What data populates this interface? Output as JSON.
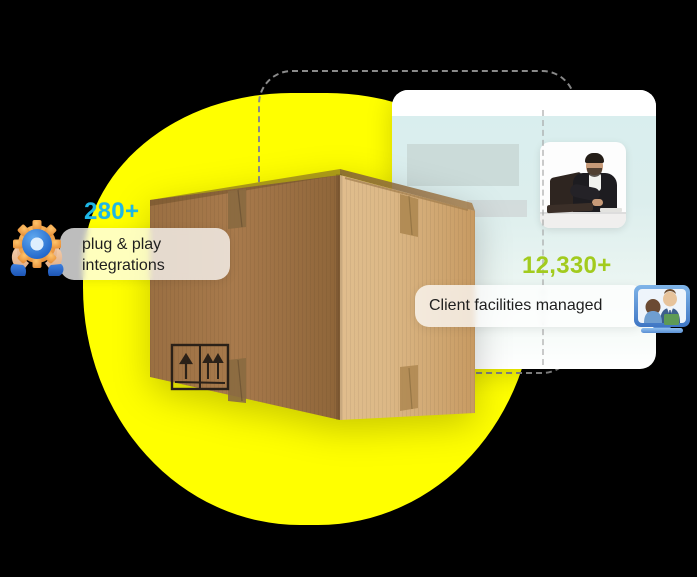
{
  "scene": {
    "background_color": "#000000",
    "accent_yellow": "#ffff00"
  },
  "stats": [
    {
      "id": "integrations",
      "number": "280+",
      "number_color": "#1eb7e6",
      "label": "plug & play integrations",
      "label_line_1": "plug & play",
      "label_line_2": "integrations",
      "icon": "gear-in-hands-icon"
    },
    {
      "id": "client-facilities",
      "number": "12,330+",
      "number_color": "#a2cb1e",
      "label": "Client facilities managed",
      "icon": "video-meeting-icon"
    }
  ],
  "graphics": {
    "yellow_blob": "yellow-blob-shape",
    "dashed_frame": "dashed-rounded-frame",
    "cardboard_box": "cardboard-shipping-box",
    "box_marking": "this-side-up-fragile-label",
    "info_card": {
      "name": "dashboard-preview-card",
      "photo": "man-working-on-laptop-photo",
      "placeholder_blocks": 2
    }
  }
}
